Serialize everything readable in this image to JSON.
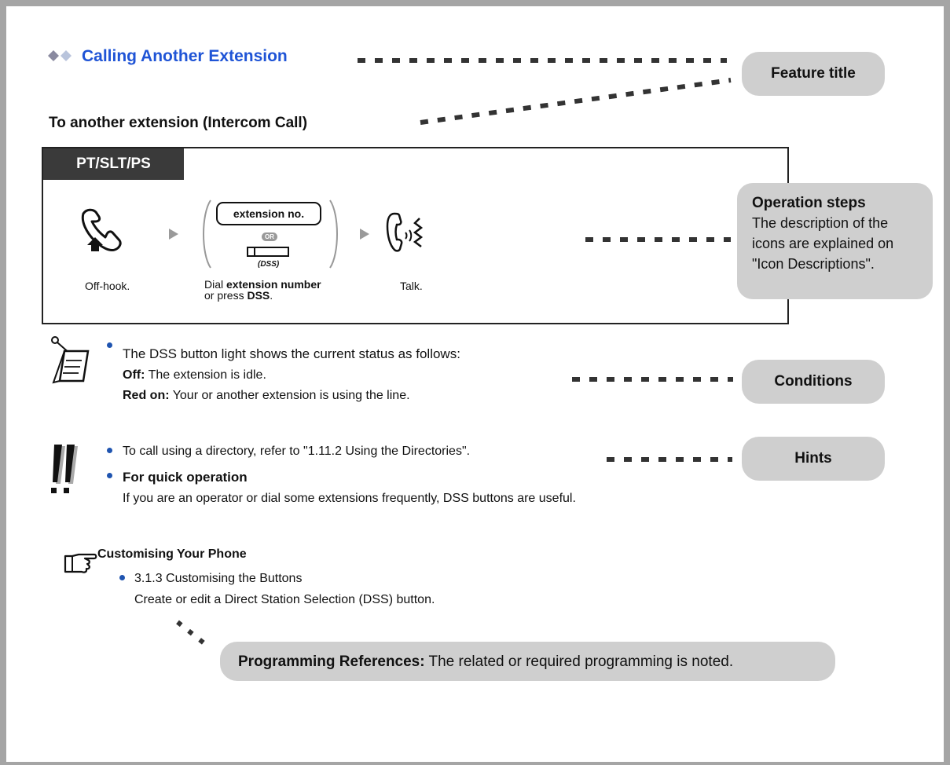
{
  "feature_title": "Calling Another Extension",
  "section_heading": "To another extension (Intercom Call)",
  "operation": {
    "tab_label": "PT/SLT/PS",
    "extension_button_label": "extension no.",
    "or_label": "OR",
    "dss_label": "(DSS)",
    "step1_caption": "Off-hook.",
    "step2_caption_part1": "Dial ",
    "step2_caption_bold1": "extension number",
    "step2_caption_part2": "or press ",
    "step2_caption_bold2": "DSS",
    "step2_caption_end": ".",
    "step3_caption": "Talk."
  },
  "callouts": {
    "feature_title_label": "Feature title",
    "operation_steps_title": "Operation steps",
    "operation_steps_line1": "The description of the",
    "operation_steps_line2": "icons are explained on",
    "operation_steps_line3": "\"Icon Descriptions\".",
    "conditions_label": "Conditions",
    "hints_label": "Hints",
    "programming_title": "Programming References:",
    "programming_text": " The related or required programming is noted."
  },
  "conditions": {
    "line1": "The DSS button light shows the current status as follows:",
    "off_label": "Off:",
    "off_text": " The extension is idle.",
    "red_label": "Red on:",
    "red_text": " Your or another extension is using the line."
  },
  "hints": {
    "line1": "To call using a directory, refer to \"1.11.2 Using the Directories\".",
    "quick_title": "For quick operation",
    "quick_text": "If you are an operator or dial some extensions frequently, DSS buttons are useful."
  },
  "customising": {
    "title": "Customising Your Phone",
    "item_title": "3.1.3 Customising the Buttons",
    "item_text": "Create or edit a Direct Station Selection (DSS) button."
  },
  "colors": {
    "title_blue": "#1f54d6",
    "callout_gray": "#cfcfcf",
    "frame_gray": "#a5a5a5",
    "tab_dark": "#3a3a3a"
  }
}
